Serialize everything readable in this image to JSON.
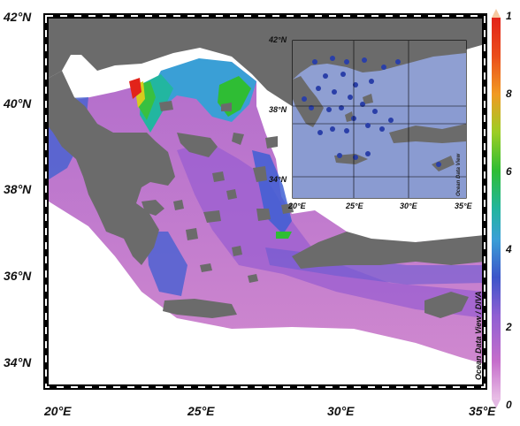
{
  "map": {
    "lat_labels": [
      "42°N",
      "40°N",
      "38°N",
      "36°N",
      "34°N"
    ],
    "lon_labels": [
      "20°E",
      "25°E",
      "30°E",
      "35°E"
    ],
    "credit": "Ocean Data View / DIVA",
    "colorbar": {
      "labels": [
        "1",
        "8",
        "6",
        "4",
        "2",
        "0"
      ],
      "colors": [
        "#f6c8a0",
        "#d9a3d6",
        "#b25bc2",
        "#8e5fd0",
        "#3a56c8",
        "#3aa0d8",
        "#1fb8a0",
        "#2dbb2d",
        "#d8c81e",
        "#f08a1e",
        "#e82018"
      ]
    }
  },
  "inset": {
    "lat_labels": [
      "42°N",
      "38°N",
      "34°N"
    ],
    "lon_labels": [
      "20°E",
      "25°E",
      "30°E",
      "35°E"
    ],
    "credit": "Ocean Data View"
  },
  "colors": {
    "land": "#6b6b6b",
    "sea_low": "#c77fce",
    "sea_mid": "#7e63d2",
    "station": "#2a3fa8"
  }
}
